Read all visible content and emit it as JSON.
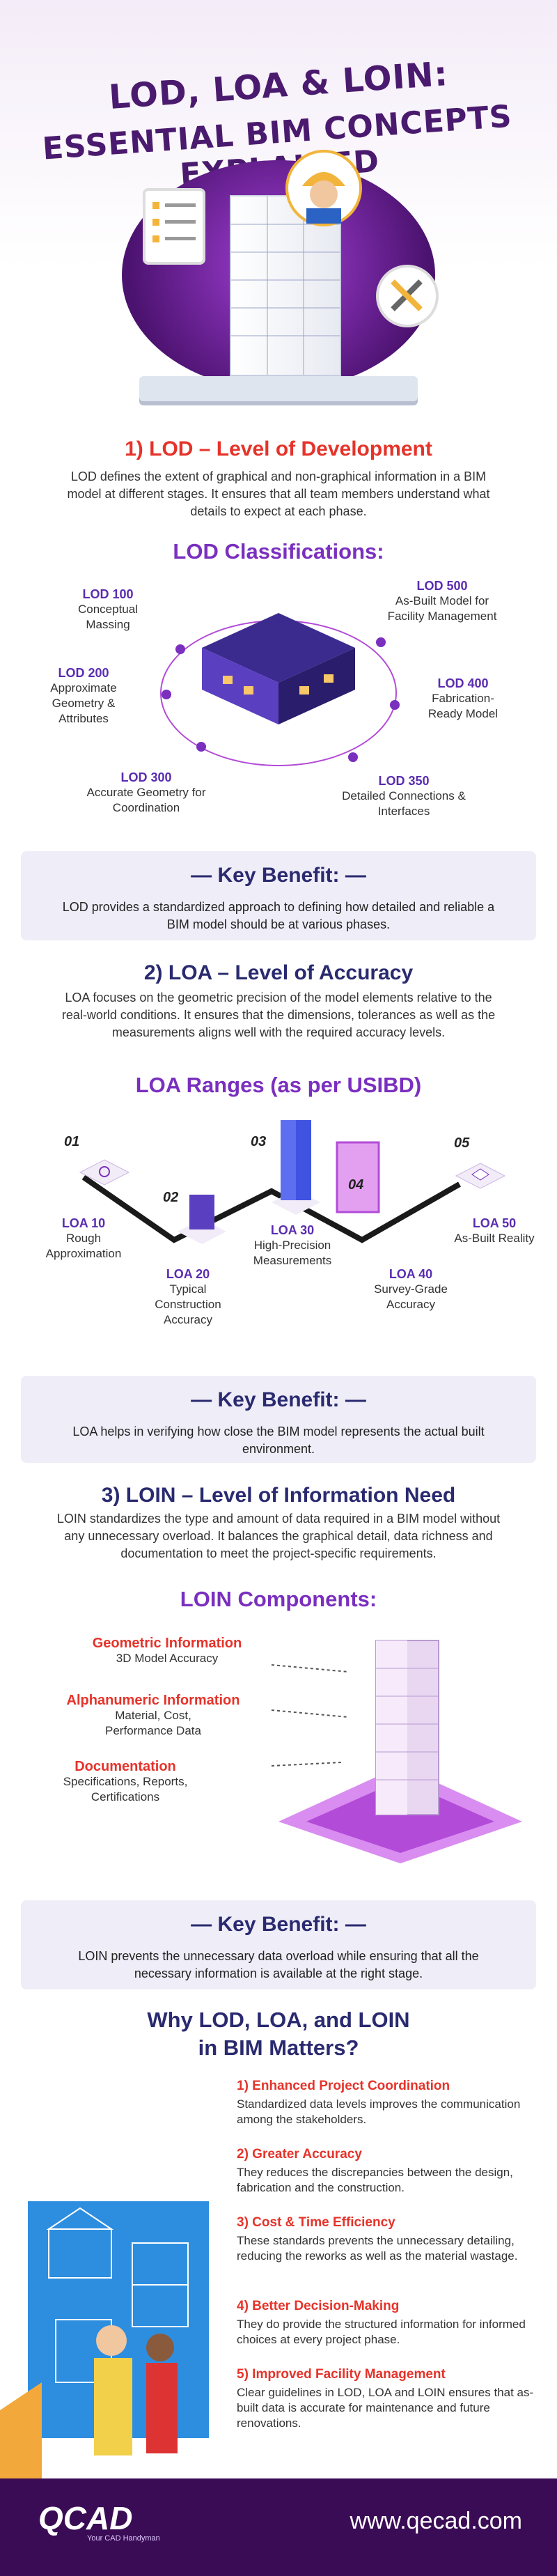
{
  "header": {
    "title_line1": "LOD, LOA & LOIN:",
    "title_line2": "ESSENTIAL BIM CONCEPTS EXPLAINED"
  },
  "lod": {
    "heading": "1) LOD – Level of Development",
    "intro": "LOD defines the extent of graphical and non-graphical information in a BIM model at different stages. It ensures that all team members understand what details to expect at each phase.",
    "classifications_heading": "LOD Classifications:",
    "items": [
      {
        "code": "LOD 100",
        "desc": "Conceptual Massing"
      },
      {
        "code": "LOD 200",
        "desc": "Approximate Geometry & Attributes"
      },
      {
        "code": "LOD 300",
        "desc": "Accurate Geometry for Coordination"
      },
      {
        "code": "LOD 350",
        "desc": "Detailed Connections & Interfaces"
      },
      {
        "code": "LOD 400",
        "desc": "Fabrication-Ready Model"
      },
      {
        "code": "LOD 500",
        "desc": "As-Built Model for Facility Management"
      }
    ],
    "benefit_title": "— Key Benefit: —",
    "benefit_text": "LOD provides a standardized approach to defining how detailed and reliable a BIM model should be at various phases."
  },
  "loa": {
    "heading": "2) LOA – Level of Accuracy",
    "intro": "LOA focuses on the geometric precision of the model elements relative to the real-world conditions. It ensures that the dimensions, tolerances as well as the measurements aligns well with the required accuracy levels.",
    "ranges_heading": "LOA Ranges (as per USIBD)",
    "steps": [
      {
        "num": "01",
        "code": "LOA 10",
        "desc": "Rough Approximation"
      },
      {
        "num": "02",
        "code": "LOA 20",
        "desc": "Typical Construction Accuracy"
      },
      {
        "num": "03",
        "code": "LOA 30",
        "desc": "High-Precision Measurements"
      },
      {
        "num": "04",
        "code": "LOA 40",
        "desc": "Survey-Grade Accuracy"
      },
      {
        "num": "05",
        "code": "LOA 50",
        "desc": "As-Built Reality"
      }
    ],
    "benefit_title": "— Key Benefit: —",
    "benefit_text": "LOA helps in verifying how close the BIM model represents the actual built environment."
  },
  "loin": {
    "heading": "3) LOIN – Level of Information Need",
    "intro": "LOIN standardizes the type and amount of data required in a BIM model without any unnecessary overload. It balances the graphical detail, data richness and documentation to meet the project-specific requirements.",
    "components_heading": "LOIN Components:",
    "components": [
      {
        "title": "Geometric Information",
        "desc": "3D Model Accuracy"
      },
      {
        "title": "Alphanumeric Information",
        "desc": "Material, Cost, Performance Data"
      },
      {
        "title": "Documentation",
        "desc": "Specifications, Reports, Certifications"
      }
    ],
    "benefit_title": "— Key Benefit: —",
    "benefit_text": "LOIN prevents the unnecessary data overload while ensuring that all the necessary information is available at the right stage."
  },
  "why": {
    "heading_line1": "Why LOD, LOA, and LOIN",
    "heading_line2": "in BIM Matters?",
    "items": [
      {
        "title": "1) Enhanced Project Coordination",
        "desc": "Standardized data levels improves the communication among the stakeholders."
      },
      {
        "title": "2) Greater Accuracy",
        "desc": "They reduces the discrepancies between the design, fabrication and the construction."
      },
      {
        "title": "3) Cost & Time Efficiency",
        "desc": "These standards prevents the unnecessary detailing, reducing the reworks as well as the material wastage."
      },
      {
        "title": "4) Better Decision-Making",
        "desc": "They do provide the structured information for informed choices at every project phase."
      },
      {
        "title": "5) Improved Facility Management",
        "desc": "Clear guidelines in LOD, LOA and LOIN ensures that as-built data is accurate for maintenance and future renovations."
      }
    ]
  },
  "footer": {
    "logo": "QCAD",
    "tagline": "Your CAD Handyman",
    "website": "www.qecad.com"
  },
  "colors": {
    "purple_dark": "#4a1a6e",
    "accent_red": "#e5332a",
    "purple": "#7a2fbf",
    "navy": "#2a2a70",
    "benefit_bg": "#efedf7"
  }
}
